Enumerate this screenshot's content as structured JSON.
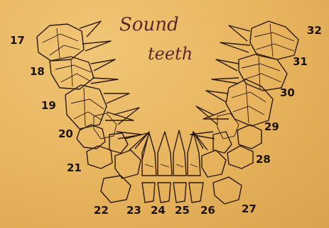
{
  "annotation": {
    "line1": "Sound",
    "line2": "teeth"
  },
  "tooth_numbers": [
    "17",
    "18",
    "19",
    "20",
    "21",
    "22",
    "23",
    "24",
    "25",
    "26",
    "27",
    "28",
    "29",
    "30",
    "31",
    "32"
  ]
}
